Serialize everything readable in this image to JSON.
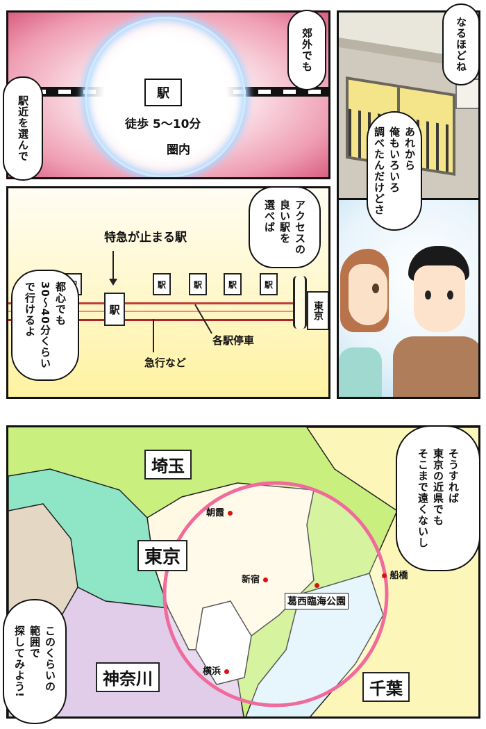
{
  "panel1": {
    "bubble_right": "郊外でも",
    "bubble_left": "駅近を選んで",
    "station_label": "駅",
    "walk_text": "徒歩 5〜10分",
    "area_text": "圏内"
  },
  "panel2": {
    "bubble_top": "なるほどね",
    "window_label": "",
    "colors": {
      "wall": "#d8d3c6",
      "window": "#f5e58a"
    }
  },
  "panel3": {
    "bubble_right": "アクセスの\n良い駅を\n選べば",
    "bubble_left": "都心でも\n30〜40分くらい\nで行けるよ",
    "label_express": "特急が止まる駅",
    "label_rapid": "急行など",
    "label_local": "各駅停車",
    "station_small": "駅",
    "station_big": "駅",
    "terminal": "東京"
  },
  "panel4": {
    "bubble_woman": "あれから\n俺もいろいろ\n調べたんだけどさ"
  },
  "panel5": {
    "bubble_right": "そうすれば\n東京の近県でも\nそこまで遠くないし",
    "bubble_left": "このくらいの\n範囲で\n探してみよう!",
    "prefectures": {
      "saitama": "埼玉",
      "tokyo": "東京",
      "kanagawa": "神奈川",
      "chiba": "千葉"
    },
    "cities": {
      "asaka": "朝霞",
      "shinjuku": "新宿",
      "kasai": "葛西臨海公園",
      "funabashi": "船橋",
      "yokohama": "横浜"
    }
  }
}
